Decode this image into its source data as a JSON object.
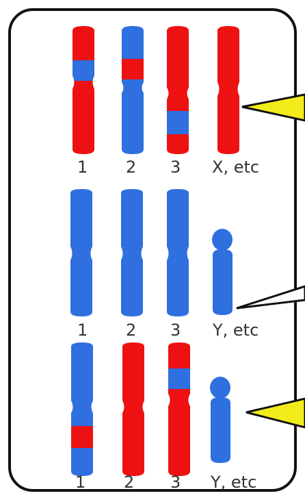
{
  "colors": {
    "red": "#ee1111",
    "blue": "#2f6fe0",
    "outline": "#111111",
    "callout_yellow": "#f2ec1a"
  },
  "rows": [
    {
      "labels": [
        "1",
        "2",
        "3",
        "X, etc"
      ],
      "chromosomes": [
        {
          "base": "red",
          "band": "blue"
        },
        {
          "base": "blue",
          "band": "red"
        },
        {
          "base": "red",
          "band": "blue"
        },
        {
          "base": "red",
          "band": null
        }
      ],
      "callout_color": "yellow"
    },
    {
      "labels": [
        "1",
        "2",
        "3",
        "Y, etc"
      ],
      "chromosomes": [
        {
          "base": "blue",
          "band": null
        },
        {
          "base": "blue",
          "band": null
        },
        {
          "base": "blue",
          "band": null
        },
        {
          "base": "blue",
          "band": null,
          "kind": "short"
        }
      ],
      "callout_color": "white"
    },
    {
      "labels": [
        "1",
        "2",
        "3",
        "Y, etc"
      ],
      "chromosomes": [
        {
          "base": "blue",
          "band": "red"
        },
        {
          "base": "red",
          "band": null
        },
        {
          "base": "red",
          "band": "blue"
        },
        {
          "base": "blue",
          "band": null,
          "kind": "short"
        }
      ],
      "callout_color": "yellow"
    }
  ]
}
